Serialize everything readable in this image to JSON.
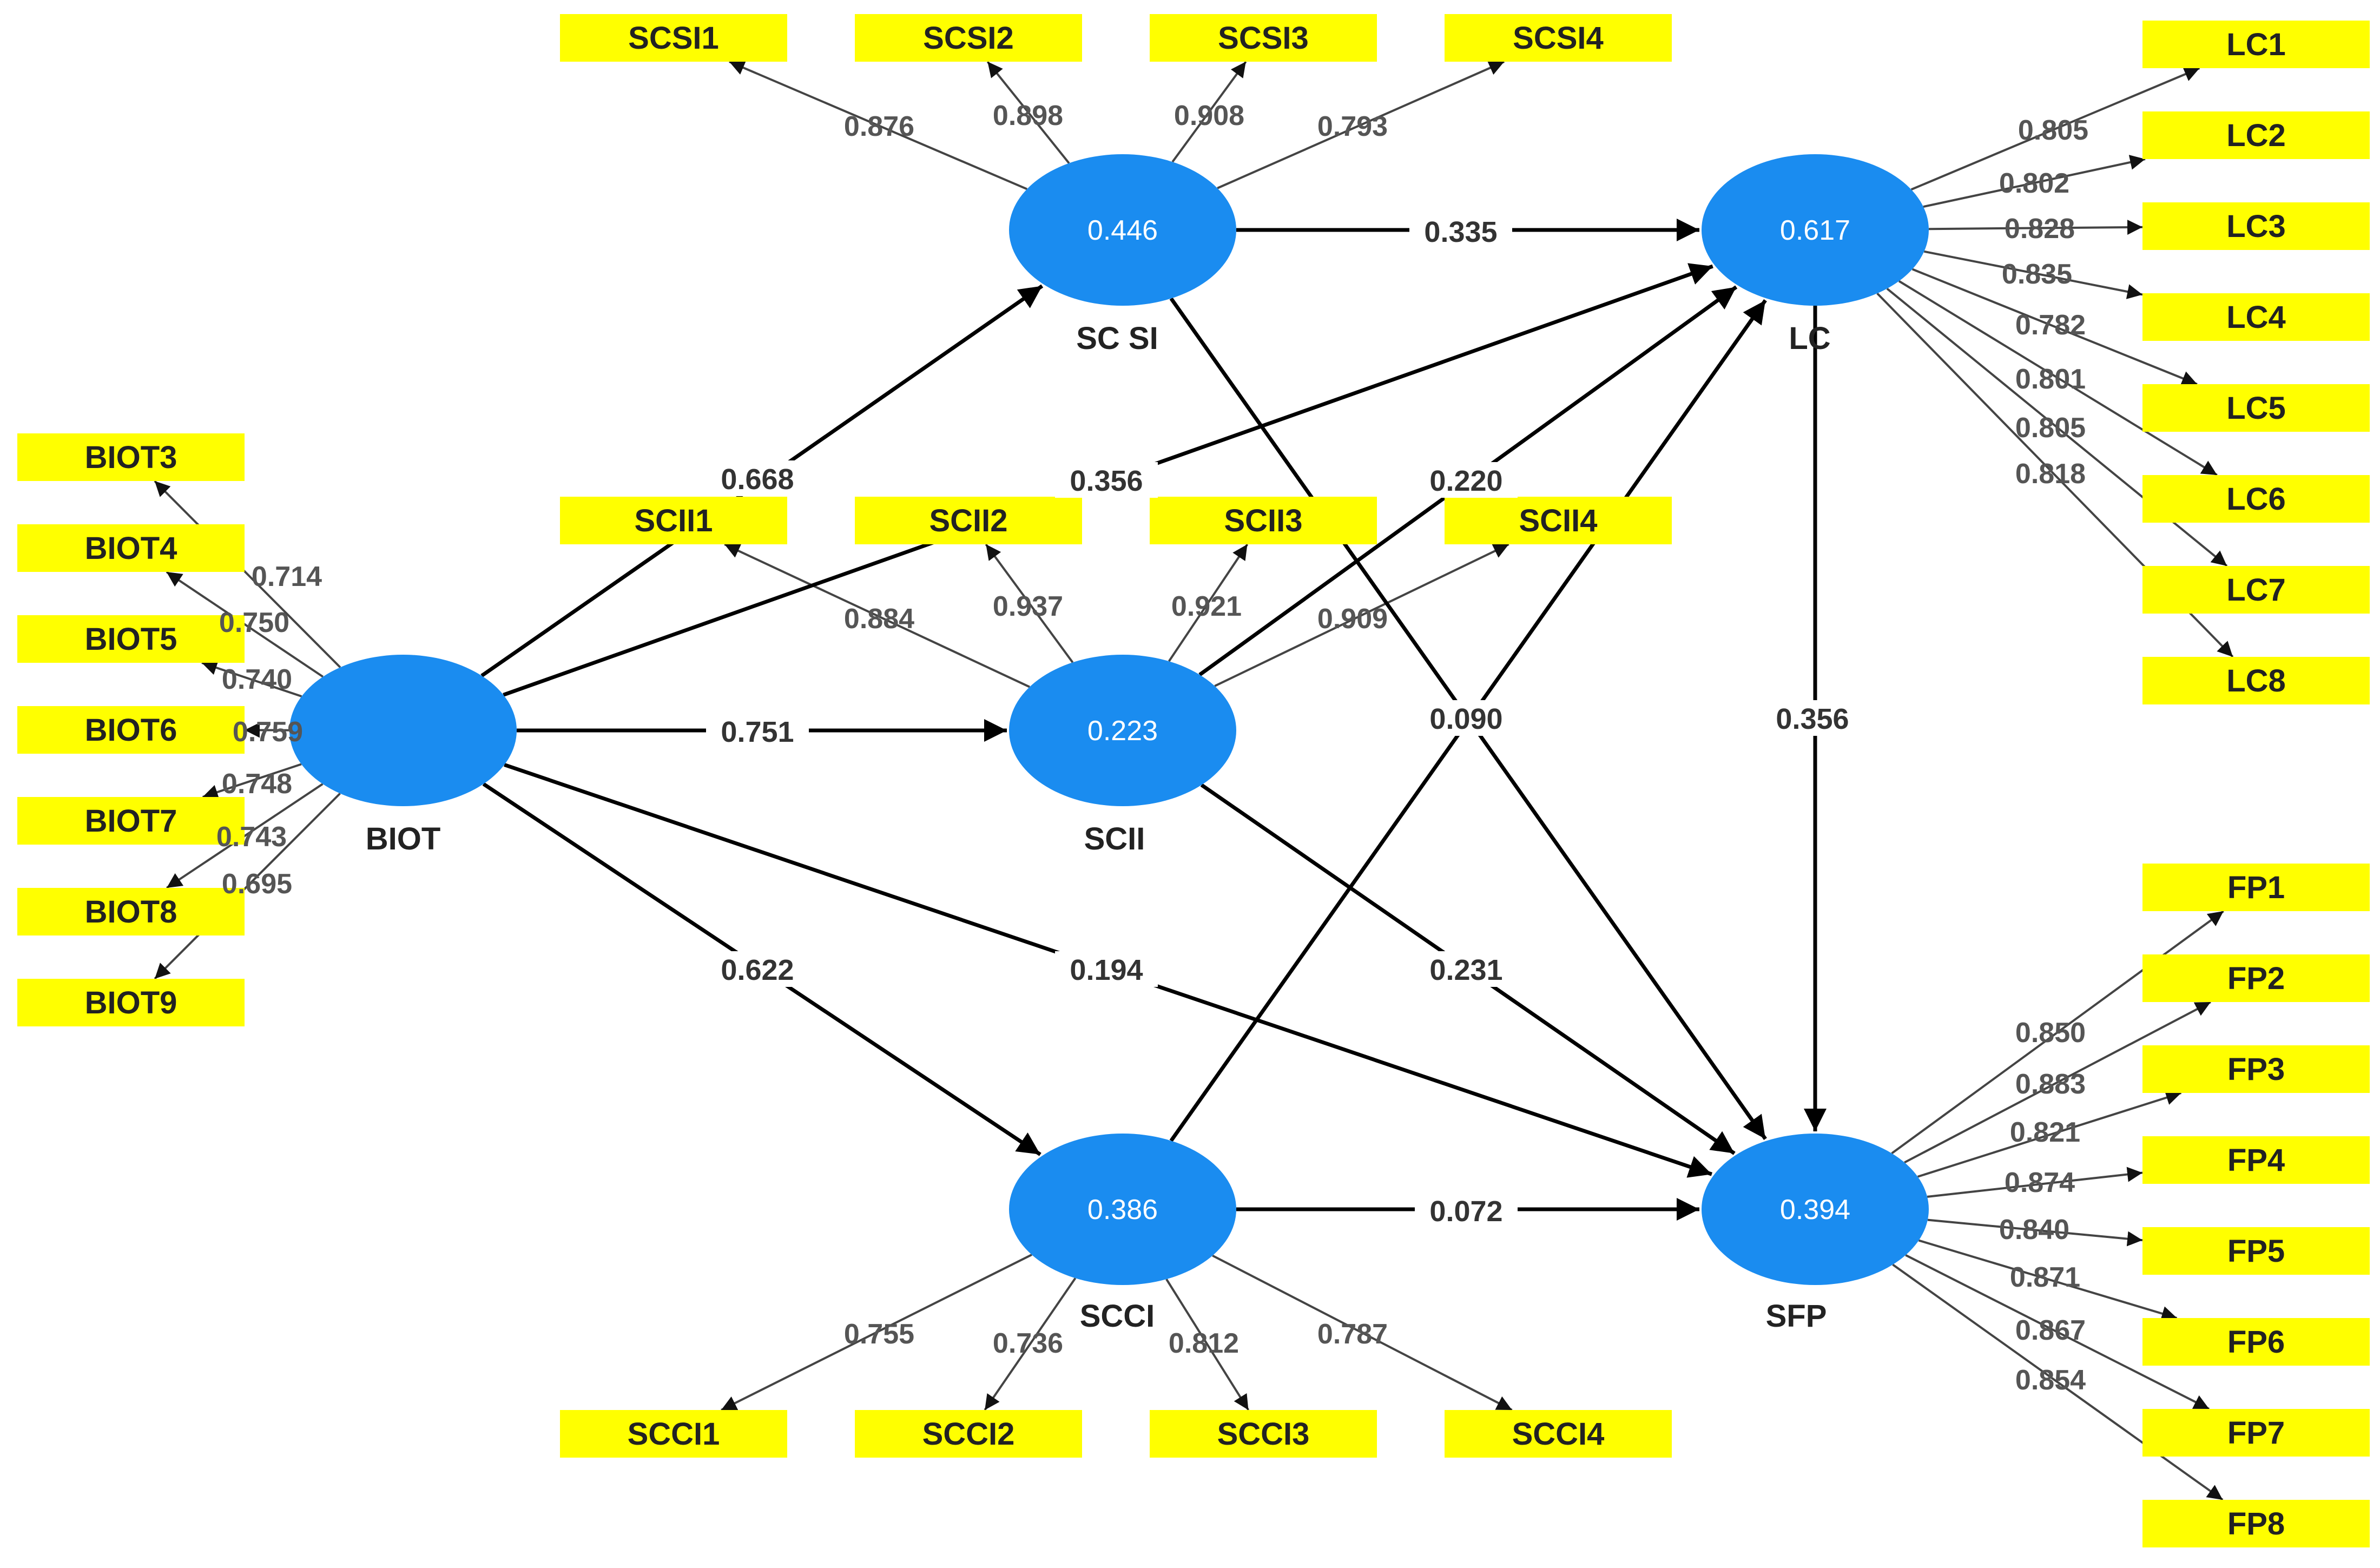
{
  "colors": {
    "latent": "#1a8cf0",
    "indicator": "#ffff00",
    "arrow": "#000000",
    "loading_arrow": "#444444"
  },
  "latents": [
    {
      "id": "BIOT",
      "name": "BIOT",
      "value": ""
    },
    {
      "id": "SCSI",
      "name": "SC SI",
      "value": "0.446"
    },
    {
      "id": "SCII",
      "name": "SCII",
      "value": "0.223"
    },
    {
      "id": "SCCI",
      "name": "SCCI",
      "value": "0.386"
    },
    {
      "id": "LC",
      "name": "LC",
      "value": "0.617"
    },
    {
      "id": "SFP",
      "name": "SFP",
      "value": "0.394"
    }
  ],
  "indicators": [
    {
      "id": "BIOT3",
      "label": "BIOT3",
      "latent": "BIOT",
      "loading": "0.714"
    },
    {
      "id": "BIOT4",
      "label": "BIOT4",
      "latent": "BIOT",
      "loading": "0.750"
    },
    {
      "id": "BIOT5",
      "label": "BIOT5",
      "latent": "BIOT",
      "loading": "0.740"
    },
    {
      "id": "BIOT6",
      "label": "BIOT6",
      "latent": "BIOT",
      "loading": "0.759"
    },
    {
      "id": "BIOT7",
      "label": "BIOT7",
      "latent": "BIOT",
      "loading": "0.748"
    },
    {
      "id": "BIOT8",
      "label": "BIOT8",
      "latent": "BIOT",
      "loading": "0.743"
    },
    {
      "id": "BIOT9",
      "label": "BIOT9",
      "latent": "BIOT",
      "loading": "0.695"
    },
    {
      "id": "SCSI1",
      "label": "SCSI1",
      "latent": "SCSI",
      "loading": "0.876"
    },
    {
      "id": "SCSI2",
      "label": "SCSI2",
      "latent": "SCSI",
      "loading": "0.898"
    },
    {
      "id": "SCSI3",
      "label": "SCSI3",
      "latent": "SCSI",
      "loading": "0.908"
    },
    {
      "id": "SCSI4",
      "label": "SCSI4",
      "latent": "SCSI",
      "loading": "0.793"
    },
    {
      "id": "SCII1",
      "label": "SCII1",
      "latent": "SCII",
      "loading": "0.884"
    },
    {
      "id": "SCII2",
      "label": "SCII2",
      "latent": "SCII",
      "loading": "0.937"
    },
    {
      "id": "SCII3",
      "label": "SCII3",
      "latent": "SCII",
      "loading": "0.921"
    },
    {
      "id": "SCII4",
      "label": "SCII4",
      "latent": "SCII",
      "loading": "0.909"
    },
    {
      "id": "SCCI1",
      "label": "SCCI1",
      "latent": "SCCI",
      "loading": "0.755"
    },
    {
      "id": "SCCI2",
      "label": "SCCI2",
      "latent": "SCCI",
      "loading": "0.736"
    },
    {
      "id": "SCCI3",
      "label": "SCCI3",
      "latent": "SCCI",
      "loading": "0.812"
    },
    {
      "id": "SCCI4",
      "label": "SCCI4",
      "latent": "SCCI",
      "loading": "0.787"
    },
    {
      "id": "LC1",
      "label": "LC1",
      "latent": "LC",
      "loading": "0.805"
    },
    {
      "id": "LC2",
      "label": "LC2",
      "latent": "LC",
      "loading": "0.802"
    },
    {
      "id": "LC3",
      "label": "LC3",
      "latent": "LC",
      "loading": "0.828"
    },
    {
      "id": "LC4",
      "label": "LC4",
      "latent": "LC",
      "loading": "0.835"
    },
    {
      "id": "LC5",
      "label": "LC5",
      "latent": "LC",
      "loading": "0.782"
    },
    {
      "id": "LC6",
      "label": "LC6",
      "latent": "LC",
      "loading": "0.801"
    },
    {
      "id": "LC7",
      "label": "LC7",
      "latent": "LC",
      "loading": "0.805"
    },
    {
      "id": "LC8",
      "label": "LC8",
      "latent": "LC",
      "loading": "0.818"
    },
    {
      "id": "FP1",
      "label": "FP1",
      "latent": "SFP",
      "loading": "0.850"
    },
    {
      "id": "FP2",
      "label": "FP2",
      "latent": "SFP",
      "loading": "0.883"
    },
    {
      "id": "FP3",
      "label": "FP3",
      "latent": "SFP",
      "loading": "0.821"
    },
    {
      "id": "FP4",
      "label": "FP4",
      "latent": "SFP",
      "loading": "0.874"
    },
    {
      "id": "FP5",
      "label": "FP5",
      "latent": "SFP",
      "loading": "0.840"
    },
    {
      "id": "FP6",
      "label": "FP6",
      "latent": "SFP",
      "loading": "0.871"
    },
    {
      "id": "FP7",
      "label": "FP7",
      "latent": "SFP",
      "loading": "0.867"
    },
    {
      "id": "FP8",
      "label": "FP8",
      "latent": "SFP",
      "loading": "0.854"
    }
  ],
  "paths": [
    {
      "from": "BIOT",
      "to": "SCSI",
      "coef": "0.668"
    },
    {
      "from": "BIOT",
      "to": "SCII",
      "coef": "0.751"
    },
    {
      "from": "BIOT",
      "to": "SCCI",
      "coef": "0.622"
    },
    {
      "from": "BIOT",
      "to": "LC",
      "coef": "0.356"
    },
    {
      "from": "BIOT",
      "to": "SFP",
      "coef": "0.194"
    },
    {
      "from": "SCSI",
      "to": "LC",
      "coef": "0.335"
    },
    {
      "from": "SCSI",
      "to": "SFP",
      "coef": ""
    },
    {
      "from": "SCII",
      "to": "LC",
      "coef": "0.220"
    },
    {
      "from": "SCII",
      "to": "SFP",
      "coef": "0.231"
    },
    {
      "from": "SCCI",
      "to": "LC",
      "coef": "0.090"
    },
    {
      "from": "SCCI",
      "to": "SFP",
      "coef": "0.072"
    },
    {
      "from": "LC",
      "to": "SFP",
      "coef": "0.356"
    }
  ]
}
